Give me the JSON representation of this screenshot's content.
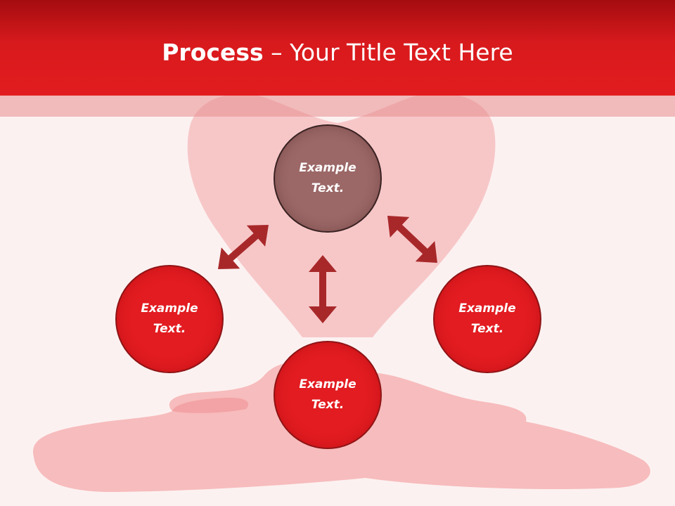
{
  "slide": {
    "title_bold": "Process",
    "title_rest": " – Your Title Text Here"
  },
  "diagram": {
    "nodes": [
      {
        "id": "top",
        "line1": "Example",
        "line2": "Text.",
        "fill": "#9b6867"
      },
      {
        "id": "left",
        "line1": "Example",
        "line2": "Text.",
        "fill": "#e21c21"
      },
      {
        "id": "right",
        "line1": "Example",
        "line2": "Text.",
        "fill": "#e21c21"
      },
      {
        "id": "bottom",
        "line1": "Example",
        "line2": "Text.",
        "fill": "#e21c21"
      }
    ],
    "arrow_color": "#a8282a",
    "connections": [
      [
        "top",
        "left"
      ],
      [
        "top",
        "right"
      ],
      [
        "top",
        "bottom"
      ]
    ]
  },
  "colors": {
    "title_bar": "#e21c1e",
    "background": "#fcf1f1",
    "heart_shape": "#f7c2c3"
  }
}
